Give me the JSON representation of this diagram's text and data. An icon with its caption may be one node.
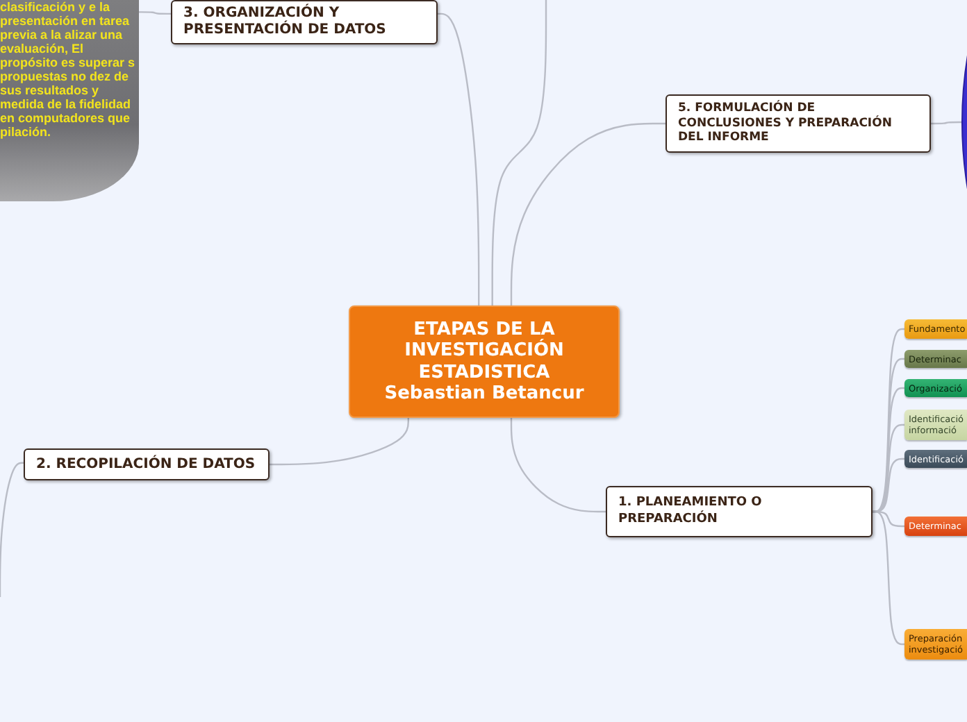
{
  "diagram": {
    "nodes": [
      {
        "text": [
          "clasificación y e la presentación en tarea previa a la alizar una evaluación, El propósito es superar s propuestas no dez de sus resultados y medida de la fidelidad en computadores que pilación."
        ]
      },
      {
        "text": [
          "3. ORGANIZACIÓN Y PRESENTACIÓN DE DATOS"
        ]
      },
      {
        "text": [
          "5. FORMULACIÓN DE CONCLUSIONES Y PREPARACIÓN DEL INFORME"
        ]
      },
      {
        "text": [],
        "shape": "circle"
      },
      {
        "text": [
          "ETAPAS DE LA INVESTIGACIÓN ESTADISTICA",
          "Sebastian Betancur"
        ]
      },
      {
        "text": [
          "2. RECOPILACIÓN DE DATOS"
        ]
      },
      {
        "text": [
          "1. PLANEAMIENTO O PREPARACIÓN"
        ]
      },
      {
        "text": [
          "Fundamento"
        ]
      },
      {
        "text": [
          "Determinac"
        ]
      },
      {
        "text": [
          "Organizació"
        ]
      },
      {
        "text": [
          "Identificació informació"
        ]
      },
      {
        "text": [
          "Identificació"
        ]
      },
      {
        "text": [
          "Determinac"
        ]
      },
      {
        "text": [
          "Preparación investigació"
        ]
      }
    ],
    "edges": [
      {
        "from": 4,
        "to": 1,
        "arrow": "none"
      },
      {
        "from": 4,
        "to": null,
        "arrow": "none"
      },
      {
        "from": 4,
        "to": 2,
        "arrow": "none"
      },
      {
        "from": 4,
        "to": 5,
        "arrow": "none"
      },
      {
        "from": 4,
        "to": 6,
        "arrow": "none"
      },
      {
        "from": 1,
        "to": 0,
        "arrow": "none"
      },
      {
        "from": 2,
        "to": 3,
        "arrow": "none"
      },
      {
        "from": 5,
        "to": null,
        "arrow": "none"
      },
      {
        "from": 6,
        "to": 7,
        "arrow": "none"
      },
      {
        "from": 6,
        "to": 8,
        "arrow": "none"
      },
      {
        "from": 6,
        "to": 9,
        "arrow": "none"
      },
      {
        "from": 6,
        "to": 10,
        "arrow": "none"
      },
      {
        "from": 6,
        "to": 11,
        "arrow": "none"
      },
      {
        "from": 6,
        "to": 12,
        "arrow": "none"
      },
      {
        "from": 6,
        "to": 13,
        "arrow": "none"
      }
    ]
  }
}
